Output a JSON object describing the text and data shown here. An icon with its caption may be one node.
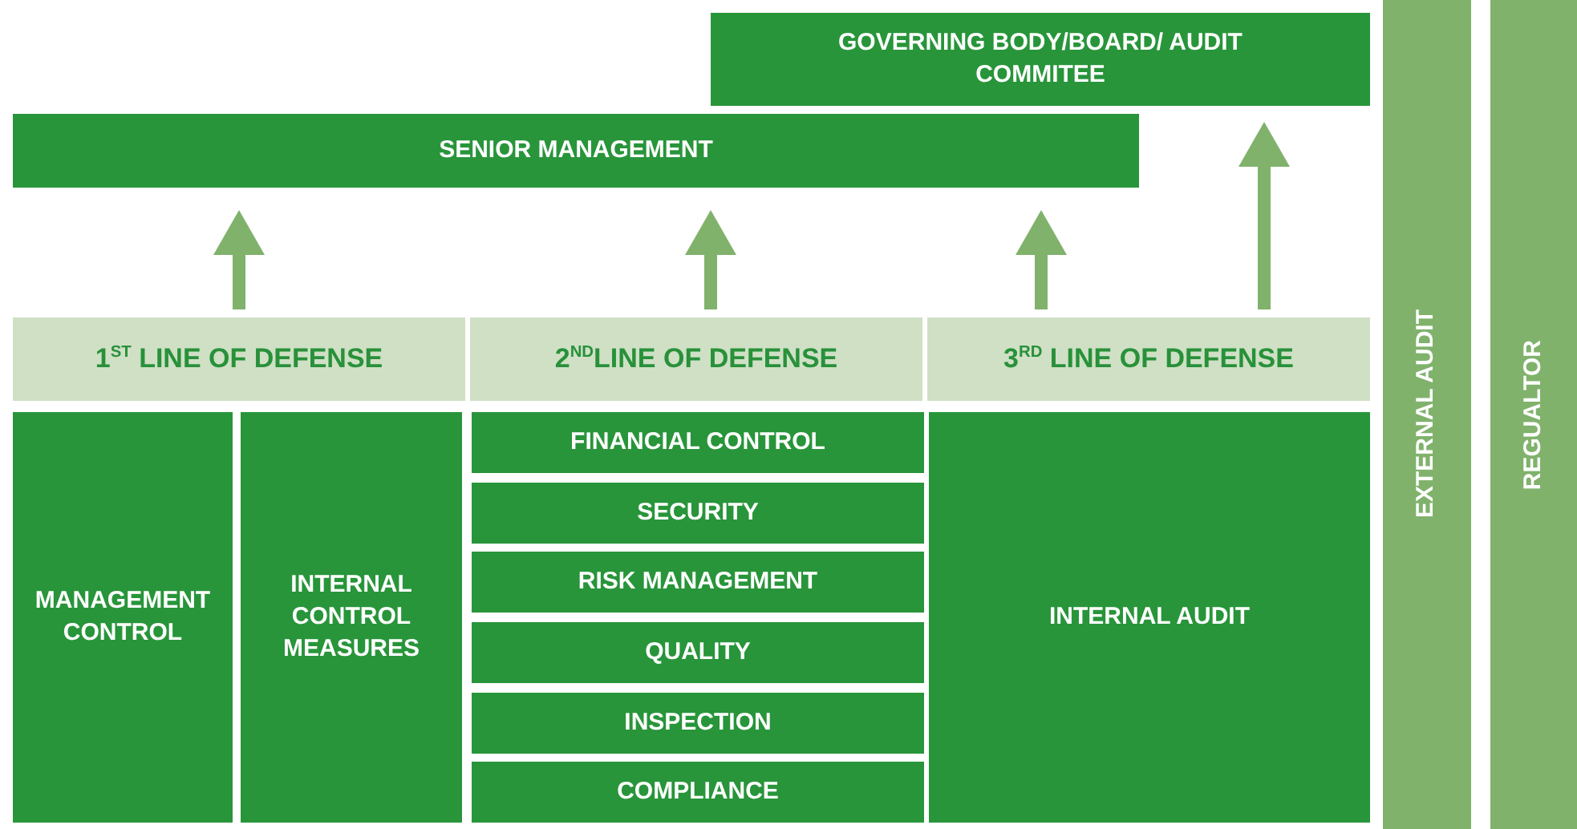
{
  "diagram": {
    "nodes": [
      {
        "text": [
          "GOVERNING BODY/BOARD/ AUDIT COMMITEE"
        ]
      },
      {
        "text": [
          "SENIOR MANAGEMENT"
        ]
      },
      {
        "text": [
          "1$^{ST}$ LINE OF DEFENSE"
        ]
      },
      {
        "text": [
          "2$^{ND}$LINE OF DEFENSE"
        ]
      },
      {
        "text": [
          "3$^{RD}$ LINE OF DEFENSE"
        ]
      },
      {
        "text": [
          "EXTERNAL AUDIT"
        ]
      },
      {
        "text": [
          "REGUALTOR"
        ]
      },
      {
        "text": [
          "MANAGEMENT CONTROL"
        ]
      },
      {
        "text": [
          "INTERNAL CONTROL MEASURES"
        ]
      },
      {
        "text": [
          "FINANCIAL CONTROL"
        ]
      },
      {
        "text": [
          "SECURITY"
        ]
      },
      {
        "text": [
          "RISK MANAGEMENT"
        ]
      },
      {
        "text": [
          "QUALITY"
        ]
      },
      {
        "text": [
          "INSPECTION"
        ]
      },
      {
        "text": [
          "COMPLIANCE"
        ]
      },
      {
        "text": [
          "INTERNAL AUDIT"
        ]
      }
    ],
    "edges": [
      {
        "from": 2,
        "to": 1,
        "arrow": "to"
      },
      {
        "from": 3,
        "to": 1,
        "arrow": "to"
      },
      {
        "from": 4,
        "to": 1,
        "arrow": "to"
      },
      {
        "from": 4,
        "to": 0,
        "arrow": "to"
      }
    ]
  }
}
